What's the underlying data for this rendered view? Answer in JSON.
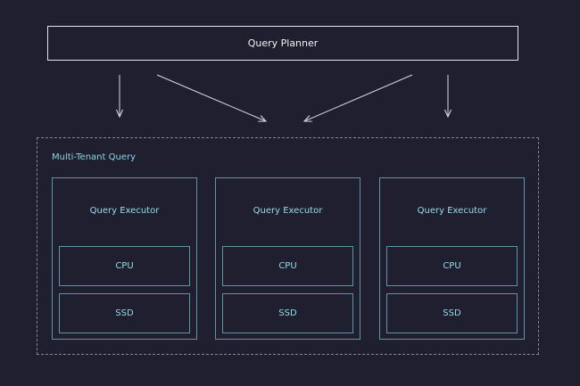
{
  "planner": {
    "label": "Query Planner"
  },
  "tenant": {
    "label": "Multi-Tenant Query"
  },
  "executors": [
    {
      "title": "Query Executor",
      "cpu": "CPU",
      "ssd": "SSD"
    },
    {
      "title": "Query Executor",
      "cpu": "CPU",
      "ssd": "SSD"
    },
    {
      "title": "Query Executor",
      "cpu": "CPU",
      "ssd": "SSD"
    }
  ],
  "colors": {
    "background": "#1f1f30",
    "planner_border": "#e4e4ec",
    "tenant_border": "#7d8796",
    "executor_border": "#5d95a4",
    "text_accent": "#95dbea"
  }
}
